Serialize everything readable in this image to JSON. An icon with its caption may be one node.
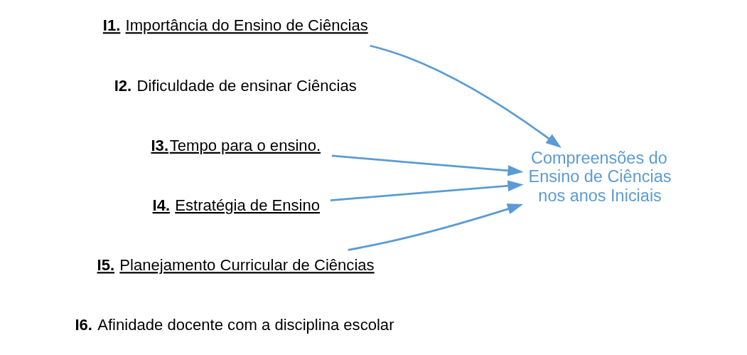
{
  "diagram": {
    "nodes": [
      {
        "text": [
          "I1. Importância do Ensino de Ciências"
        ]
      },
      {
        "text": [
          "I3.Tempo para o ensino."
        ]
      },
      {
        "text": [
          "I4. Estratégia de Ensino"
        ]
      },
      {
        "text": [
          "I5. Planejamento Curricular de Ciências"
        ]
      },
      {
        "text": [
          "Compreensões do Ensino de Ciências nos anos Iniciais"
        ]
      }
    ],
    "edges": [
      {
        "from": 0,
        "to": 4,
        "arrow": "to"
      },
      {
        "from": 1,
        "to": 4,
        "arrow": "to"
      },
      {
        "from": 2,
        "to": 4,
        "arrow": "to"
      },
      {
        "from": 3,
        "to": 4,
        "arrow": "to"
      }
    ],
    "labels": [
      "I2. Dificuldade de ensinar Ciências",
      "I6. Afinidade docente com a disciplina escolar"
    ]
  }
}
